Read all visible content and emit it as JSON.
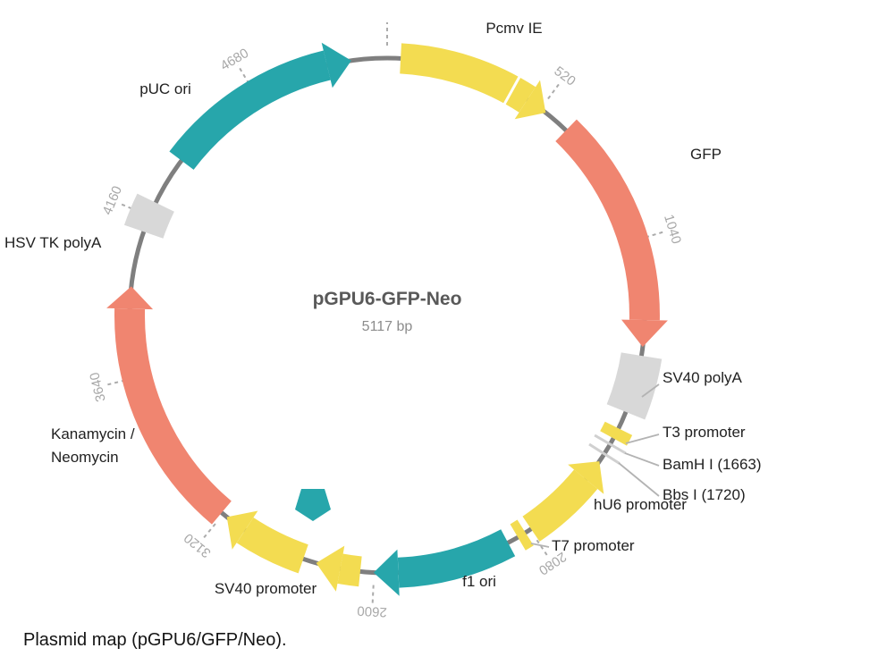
{
  "colors": {
    "yellow": "#F3DC51",
    "salmon": "#F08570",
    "teal": "#27A6AB",
    "block": "#D8D8D8",
    "track": "#7F7F7F"
  },
  "title": {
    "name": "pGPU6-GFP-Neo",
    "size": "5117 bp"
  },
  "caption": "Plasmid map (pGPU6/GFP/Neo).",
  "ticks": [
    {
      "label": "520"
    },
    {
      "label": "1040"
    },
    {
      "label": "2080"
    },
    {
      "label": "2600"
    },
    {
      "label": "3120"
    },
    {
      "label": "3640"
    },
    {
      "label": "4160"
    },
    {
      "label": "4680"
    }
  ],
  "features": {
    "pcmv": {
      "label": "Pcmv IE"
    },
    "gfp": {
      "label": "GFP"
    },
    "sv40_polya": {
      "label": "SV40 polyA"
    },
    "t3": {
      "label": "T3 promoter"
    },
    "bamhi": {
      "label": "BamH I (1663)"
    },
    "bbsi": {
      "label": "Bbs I (1720)"
    },
    "hu6": {
      "label": "hU6 promoter"
    },
    "t7": {
      "label": "T7 promoter"
    },
    "f1": {
      "label": "f1 ori"
    },
    "sv40_promoter": {
      "label": "SV40 promoter"
    },
    "kan": {
      "label_line1": "Kanamycin /",
      "label_line2": "Neomycin"
    },
    "hsvtk": {
      "label": "HSV TK polyA"
    },
    "puc": {
      "label": "pUC ori"
    }
  }
}
